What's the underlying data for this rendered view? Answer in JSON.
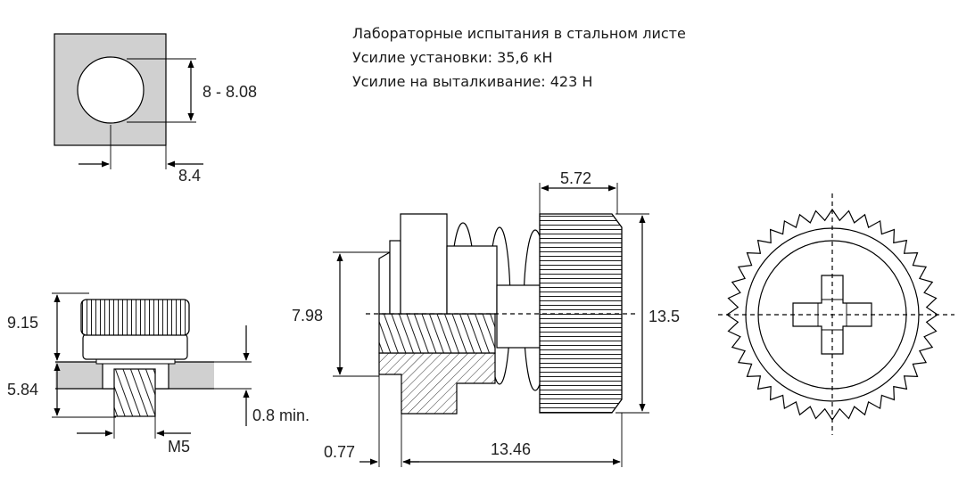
{
  "notes": {
    "line1": "Лабораторные испытания в стальном листе",
    "line2": "Усилие установки: 35,6 кН",
    "line3": "Усилие на выталкивание: 423 Н"
  },
  "dimensions": {
    "hole_diameter": "8 - 8.08",
    "hole_edge": "8.4",
    "total_height": "9.15",
    "below_panel": "5.84",
    "min_panel": "0.8 min.",
    "thread": "M5",
    "shaft_diameter": "7.98",
    "knob_length": "5.72",
    "knob_diameter": "13.5",
    "overall_length": "13.46",
    "flange_offset": "0.77"
  },
  "colors": {
    "panel_fill": "#d0d0d0",
    "line": "#000000",
    "text": "#222222"
  }
}
